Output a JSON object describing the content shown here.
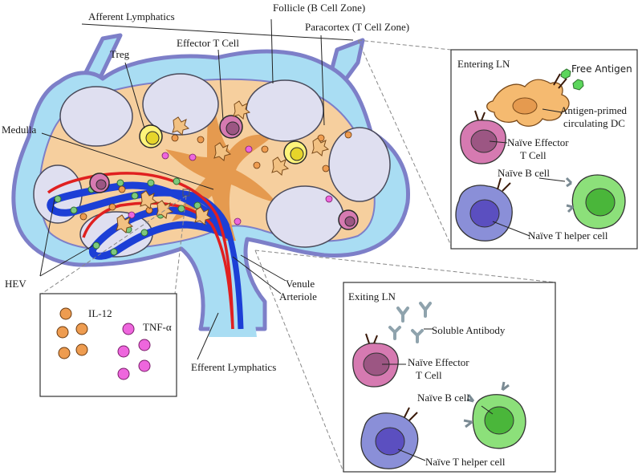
{
  "labels": {
    "afferent_lymphatics": "Afferent Lymphatics",
    "follicle": "Follicle (B Cell Zone)",
    "paracortex": "Paracortex (T Cell Zone)",
    "effector_t_cell": "Effector T Cell",
    "treg": "Treg",
    "medulla": "Medulla",
    "hev": "HEV",
    "venule": "Venule",
    "arteriole": "Arteriole",
    "efferent_lymphatics": "Efferent Lymphatics"
  },
  "cytokine_box": {
    "il12": "IL-12",
    "tnf": "TNF-α"
  },
  "entering_panel": {
    "title": "Entering LN",
    "free_antigen": "Free Antigen",
    "dc_line1": "Antigen-primed",
    "dc_line2": "circulating DC",
    "effector_line1": "Naïve Effector",
    "effector_line2": "T Cell",
    "b_cell": "Naïve B cell",
    "t_helper": "Naïve T helper cell"
  },
  "exiting_panel": {
    "title": "Exiting LN",
    "soluble_antibody": "Soluble Antibody",
    "effector_line1": "Naïve Effector",
    "effector_line2": "T Cell",
    "b_cell": "Naïve B cell",
    "t_helper": "Naïve T helper cell"
  },
  "colors": {
    "lymph_fluid": "#a9ddf3",
    "capsule": "#7d7fc8",
    "paracortex": "#f6cf9e",
    "follicle": "#dfdff0",
    "medulla_cords": "#e59a4f",
    "arteriole": "#e02020",
    "venule": "#1c3fd6",
    "hev_cell": "#7dc97d",
    "il12": "#ee9c50",
    "tnf": "#ee66dd",
    "dendritic_cell": "#f5ba70",
    "effector_t_cell": "#d67ab1",
    "b_cell": "#8ce07a",
    "t_helper_cell": "#6a6acb",
    "free_antigen": "#5cd65c",
    "antibody": "#8fa3ad"
  }
}
